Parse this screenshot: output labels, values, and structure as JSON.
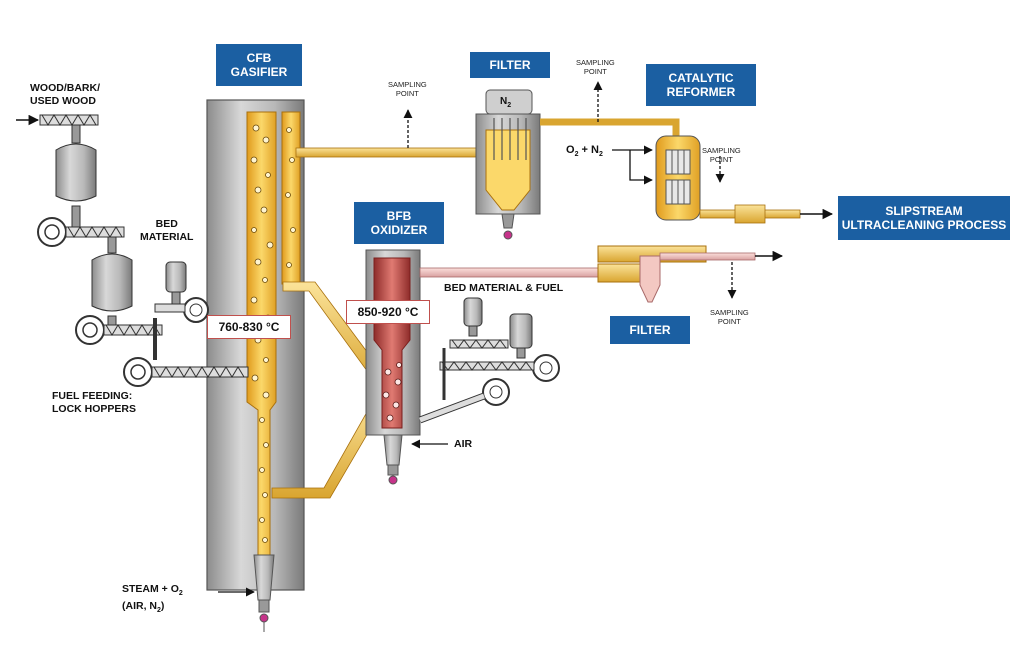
{
  "tags": {
    "cfb_gasifier": [
      "CFB",
      "GASIFIER"
    ],
    "filter_top": "FILTER",
    "catalytic_reformer": [
      "CATALYTIC",
      "REFORMER"
    ],
    "bfb_oxidizer": [
      "BFB",
      "OXIDIZER"
    ],
    "slipstream": [
      "SLIPSTREAM",
      "ULTRACLEANING PROCESS"
    ],
    "filter_bottom": "FILTER"
  },
  "labels": {
    "wood": [
      "WOOD/BARK/",
      "USED WOOD"
    ],
    "bed_material": [
      "BED",
      "MATERIAL"
    ],
    "fuel_feeding": [
      "FUEL FEEDING:",
      "LOCK HOPPERS"
    ],
    "steam_line1_pre": "STEAM + O",
    "steam_line1_sub": "2",
    "steam_line2_pre": "(AIR, N",
    "steam_line2_sub": "2",
    "steam_line2_post": ")",
    "bed_material_fuel": "BED MATERIAL & FUEL",
    "air": "AIR",
    "o2n2_a": "O",
    "o2n2_sub1": "2",
    "o2n2_b": " + N",
    "o2n2_sub2": "2",
    "n2_pre": "N",
    "n2_sub": "2"
  },
  "sampling": {
    "line1": "SAMPLING",
    "line2": "POINT"
  },
  "temperatures": {
    "gasifier": "760-830 °C",
    "oxidizer": "850-920 °C"
  },
  "colors": {
    "tag_blue": "#1b5fa2",
    "gasifier_yellow": "#f7c948",
    "oxidizer_red": "#c9504c",
    "vessel_grey": "#a9a9a9"
  }
}
